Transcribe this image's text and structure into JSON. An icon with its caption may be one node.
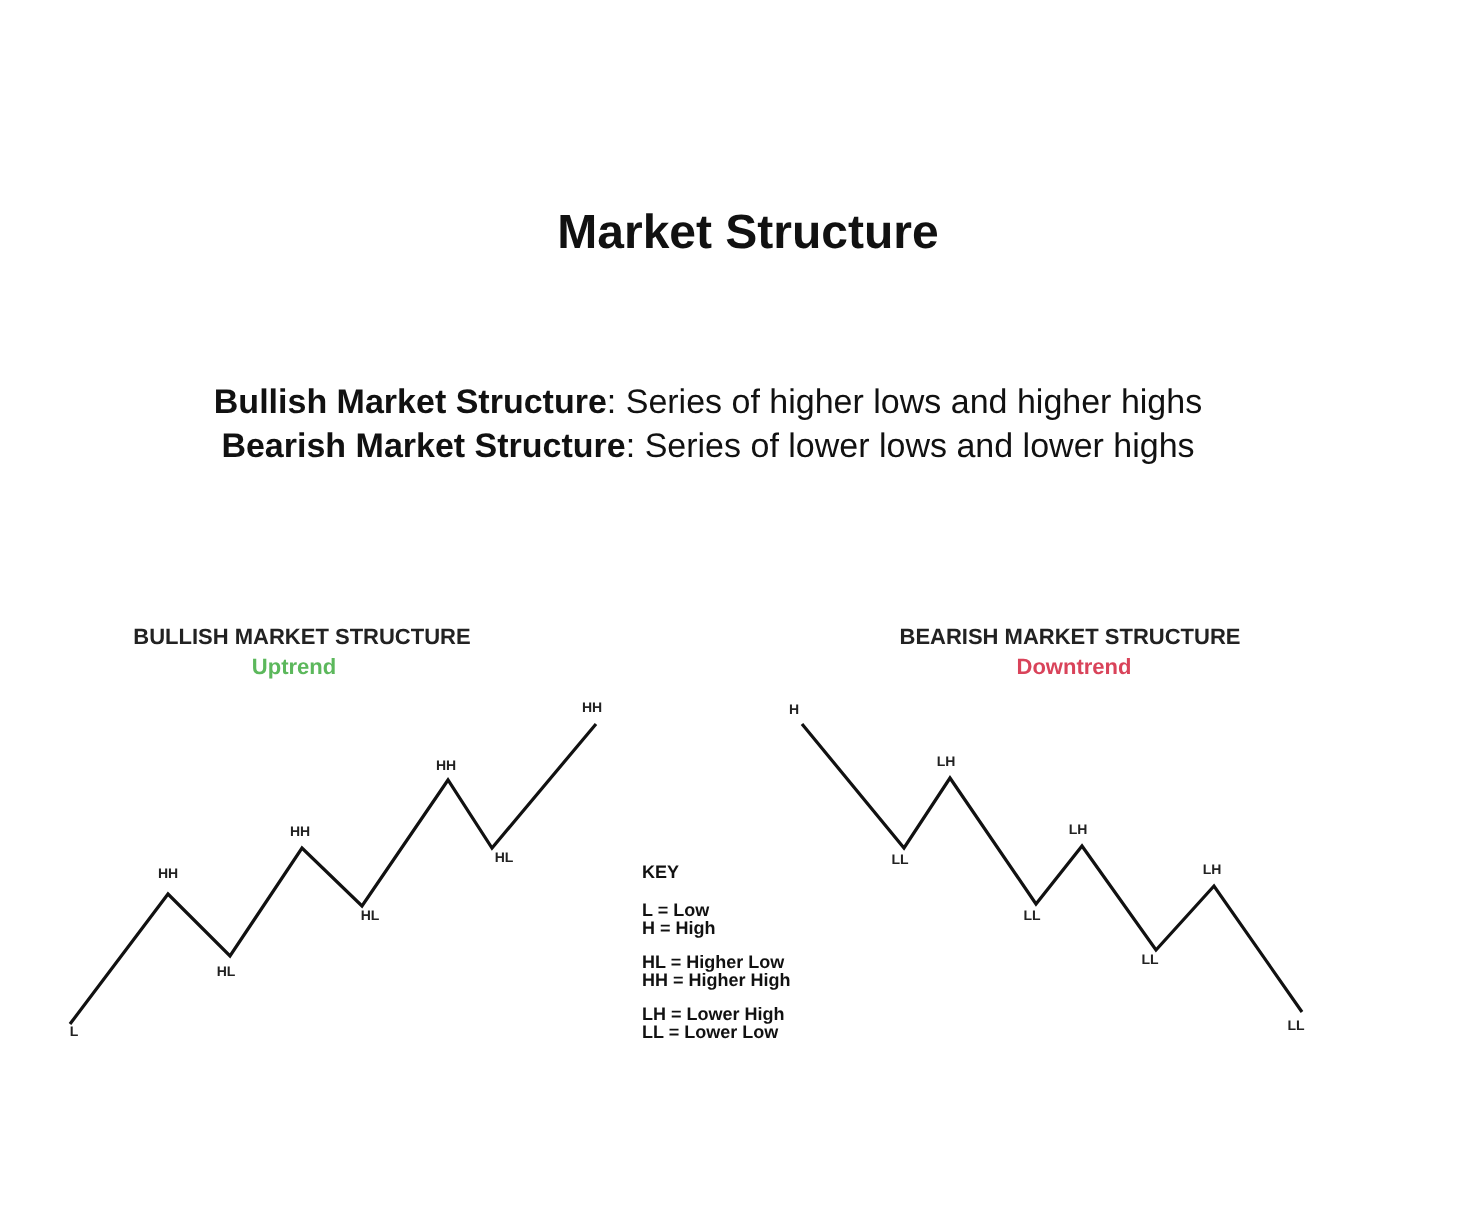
{
  "diagram": {
    "title": "Market Structure",
    "labels": [
      "**Bullish Market Structure**: Series of higher lows and higher highs",
      "**Bearish Market Structure**: Series of lower lows and lower highs",
      "BULLISH MARKET STRUCTURE",
      "Uptrend",
      "BEARISH MARKET STRUCTURE",
      "Downtrend",
      "L",
      "HH",
      "HL",
      "HH",
      "HL",
      "HH",
      "HL",
      "HH",
      "H",
      "LL",
      "LH",
      "LL",
      "LH",
      "LL",
      "LH",
      "LL",
      "KEY",
      "L = Low",
      "H = High",
      "HL = Higher Low",
      "HH = Higher High",
      "LH = Lower High",
      "LL = Lower Low"
    ]
  }
}
